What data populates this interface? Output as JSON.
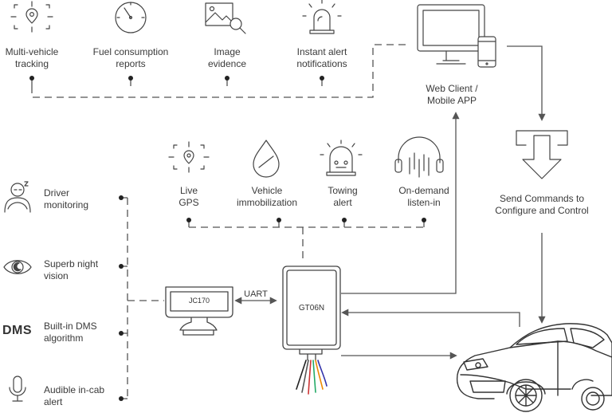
{
  "top_features": [
    {
      "label": "Multi-vehicle\ntracking",
      "icon": "location-target-icon"
    },
    {
      "label": "Fuel consumption\nreports",
      "icon": "gauge-icon"
    },
    {
      "label": "Image\nevidence",
      "icon": "image-search-icon"
    },
    {
      "label": "Instant alert\nnotifications",
      "icon": "alarm-light-icon"
    }
  ],
  "web_client": {
    "label": "Web Client /\nMobile APP",
    "icon": "monitor-phone-icon"
  },
  "commands": {
    "label": "Send Commands to\nConfigure and Control",
    "icon": "download-arrow-icon"
  },
  "mid_features": [
    {
      "label": "Live\nGPS",
      "icon": "location-target-icon"
    },
    {
      "label": "Vehicle\nimmobilization",
      "icon": "oil-drop-icon"
    },
    {
      "label": "Towing\nalert",
      "icon": "tow-alarm-icon"
    },
    {
      "label": "On-demand\nlisten-in",
      "icon": "headphones-icon"
    }
  ],
  "left_features": [
    {
      "label": "Driver\nmonitoring",
      "icon": "sleepy-driver-icon"
    },
    {
      "label": "Superb night\nvision",
      "icon": "eye-moon-icon"
    },
    {
      "label": "Built-in DMS\nalgorithm",
      "icon_text": "DMS"
    },
    {
      "label": "Audible in-cab\nalert",
      "icon": "microphone-icon"
    }
  ],
  "camera": {
    "label": "JC170"
  },
  "tracker": {
    "label": "GT06N"
  },
  "link": {
    "label": "UART"
  },
  "colors": {
    "line": "#555555",
    "dot": "#222222",
    "text": "#3a3a3a"
  }
}
